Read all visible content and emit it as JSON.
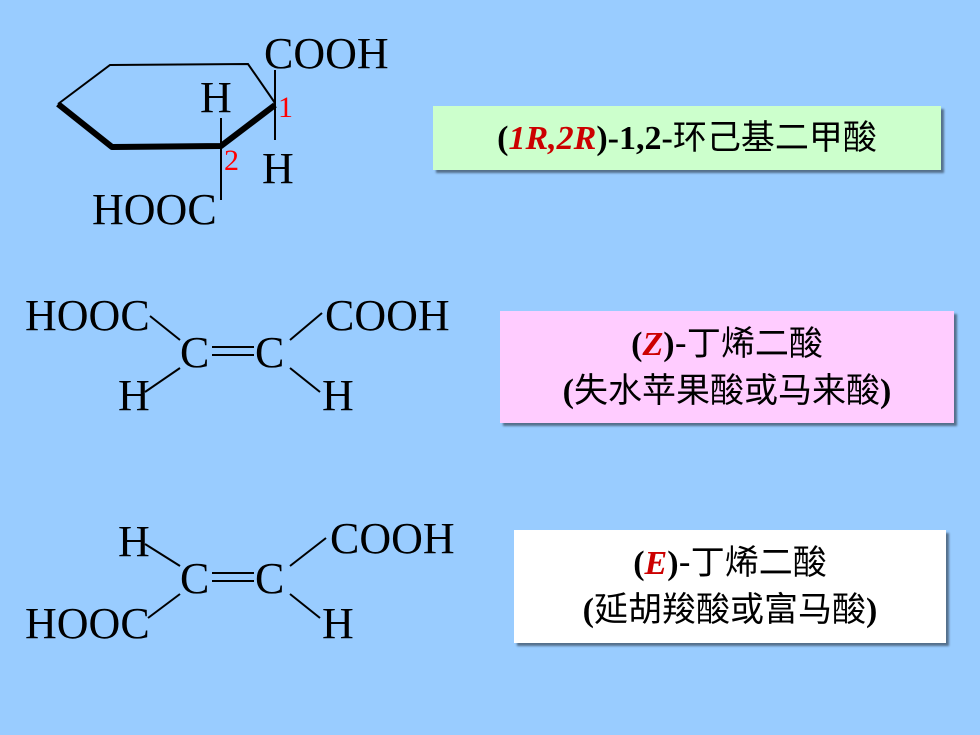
{
  "structure1": {
    "cooh": "COOH",
    "h_top": "H",
    "h_right": "H",
    "hooc": "HOOC",
    "num1": "1",
    "num2": "2"
  },
  "structure2": {
    "hooc": "HOOC",
    "cooh": "COOH",
    "c_left": "C",
    "c_right": "C",
    "h_left": "H",
    "h_right": "H"
  },
  "structure3": {
    "h_left": "H",
    "cooh": "COOH",
    "c_left": "C",
    "c_right": "C",
    "hooc": "HOOC",
    "h_right": "H"
  },
  "label1": {
    "open": "(",
    "stereo": "1R,2R",
    "close": ")",
    "locants": "-1,2-",
    "name": "环己基二甲酸",
    "bg": "#ccffcc"
  },
  "label2": {
    "open": "(",
    "stereo": "Z",
    "close": ")",
    "name": "-丁烯二酸",
    "alt_open": "(",
    "alt": "失水苹果酸或马来酸",
    "alt_close": ")",
    "bg": "#ffccff"
  },
  "label3": {
    "open": "(",
    "stereo": "E",
    "close": ")",
    "name": "-丁烯二酸",
    "alt_open": "(",
    "alt": "延胡羧酸或富马酸",
    "alt_close": ")",
    "bg": "#ffffff"
  },
  "colors": {
    "background": "#99ccff",
    "stereo_text": "#cc0000",
    "locant_numbers": "#ff0000"
  }
}
